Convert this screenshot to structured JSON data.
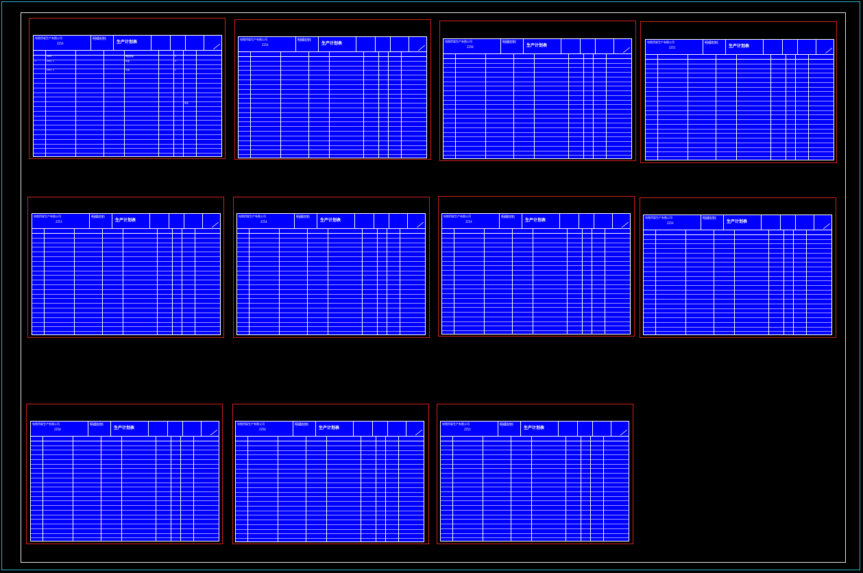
{
  "drawing": {
    "sheet_count": 11
  },
  "sheets": [
    {
      "company": "电缆桥架生产有限公司",
      "project": "ZZ54",
      "kind": "明细材料",
      "title": "生产计划表",
      "rows": [
        [
          "",
          "ZZ54",
          "",
          "",
          "电缆桥架",
          "",
          "1",
          ""
        ],
        [
          "1",
          "ZZ54-1",
          "",
          "",
          "托盘",
          "",
          "4",
          ""
        ],
        [
          "",
          "",
          "",
          "",
          "",
          "",
          "",
          ""
        ],
        [
          "",
          "ZZ54-2",
          "",
          "",
          "弯通",
          "",
          "2",
          ""
        ],
        [
          "",
          "",
          "",
          "",
          "",
          "",
          "",
          ""
        ],
        [
          "",
          "",
          "",
          "",
          "",
          "",
          "",
          ""
        ],
        [
          "",
          "",
          "",
          "",
          "",
          "",
          "",
          ""
        ],
        [
          "",
          "",
          "",
          "",
          "",
          "",
          "",
          ""
        ],
        [
          "",
          "",
          "",
          "",
          "",
          "",
          "",
          ""
        ],
        [
          "",
          "",
          "",
          "",
          "",
          "",
          "",
          ""
        ],
        [
          "",
          "",
          "",
          "",
          "",
          "",
          "",
          "备注"
        ],
        [
          "",
          "",
          "",
          "",
          "",
          "",
          "",
          ""
        ],
        [
          "",
          "",
          "",
          "",
          "",
          "",
          "",
          ""
        ],
        [
          "",
          "",
          "",
          "",
          "",
          "",
          "",
          ""
        ]
      ]
    },
    {
      "company": "电缆桥架生产有限公司",
      "project": "ZZ54",
      "kind": "明细材料",
      "title": "生产计划表",
      "rows": [
        [
          "",
          "",
          "",
          "",
          "",
          "",
          "",
          ""
        ]
      ]
    },
    {
      "company": "电缆桥架生产有限公司",
      "project": "ZZ50",
      "kind": "明细材料",
      "title": "生产计划表",
      "rows": [
        [
          "",
          "",
          "",
          "",
          "",
          "",
          "",
          ""
        ]
      ]
    },
    {
      "company": "电缆桥架生产有限公司",
      "project": "ZZ51",
      "kind": "明细材料",
      "title": "生产计划表",
      "rows": [
        [
          "",
          "",
          "",
          "",
          "",
          "",
          "",
          ""
        ]
      ]
    },
    {
      "company": "电缆桥架生产有限公司",
      "project": "ZZ53",
      "kind": "明细材料",
      "title": "生产计划表",
      "rows": [
        [
          "",
          "",
          "",
          "",
          "",
          "",
          "",
          ""
        ]
      ]
    },
    {
      "company": "电缆桥架生产有限公司",
      "project": "ZZ54",
      "kind": "明细材料",
      "title": "生产计划表",
      "rows": [
        [
          "",
          "",
          "",
          "",
          "",
          "",
          "",
          ""
        ]
      ]
    },
    {
      "company": "电缆桥架生产有限公司",
      "project": "ZZ54",
      "kind": "明细材料",
      "title": "生产计划表",
      "rows": [
        [
          "",
          "",
          "",
          "",
          "",
          "",
          "",
          ""
        ]
      ]
    },
    {
      "company": "电缆桥架生产有限公司",
      "project": "ZZ54",
      "kind": "明细材料",
      "title": "生产计划表",
      "rows": [
        [
          "",
          "",
          "",
          "",
          "",
          "",
          "",
          ""
        ]
      ]
    },
    {
      "company": "电缆桥架生产有限公司",
      "project": "ZZ50",
      "kind": "明细材料",
      "title": "生产计划表",
      "rows": [
        [
          "",
          "",
          "",
          "",
          "",
          "",
          "",
          ""
        ]
      ]
    },
    {
      "company": "电缆桥架生产有限公司",
      "project": "ZZ50",
      "kind": "明细材料",
      "title": "生产计划表",
      "rows": [
        [
          "",
          "",
          "",
          "",
          "",
          "",
          "",
          ""
        ]
      ]
    },
    {
      "company": "电缆桥架生产有限公司",
      "project": "ZZ52",
      "kind": "明细材料",
      "title": "生产计划表",
      "rows": [
        [
          "",
          "",
          "",
          "",
          "",
          "",
          "",
          ""
        ]
      ]
    }
  ],
  "colors": {
    "table_fill": "#0000ff",
    "sheet_border": "#d42020",
    "outer_frame": "#2fb8c8",
    "inner_frame": "#e8e8e8",
    "text": "#ffffff"
  }
}
